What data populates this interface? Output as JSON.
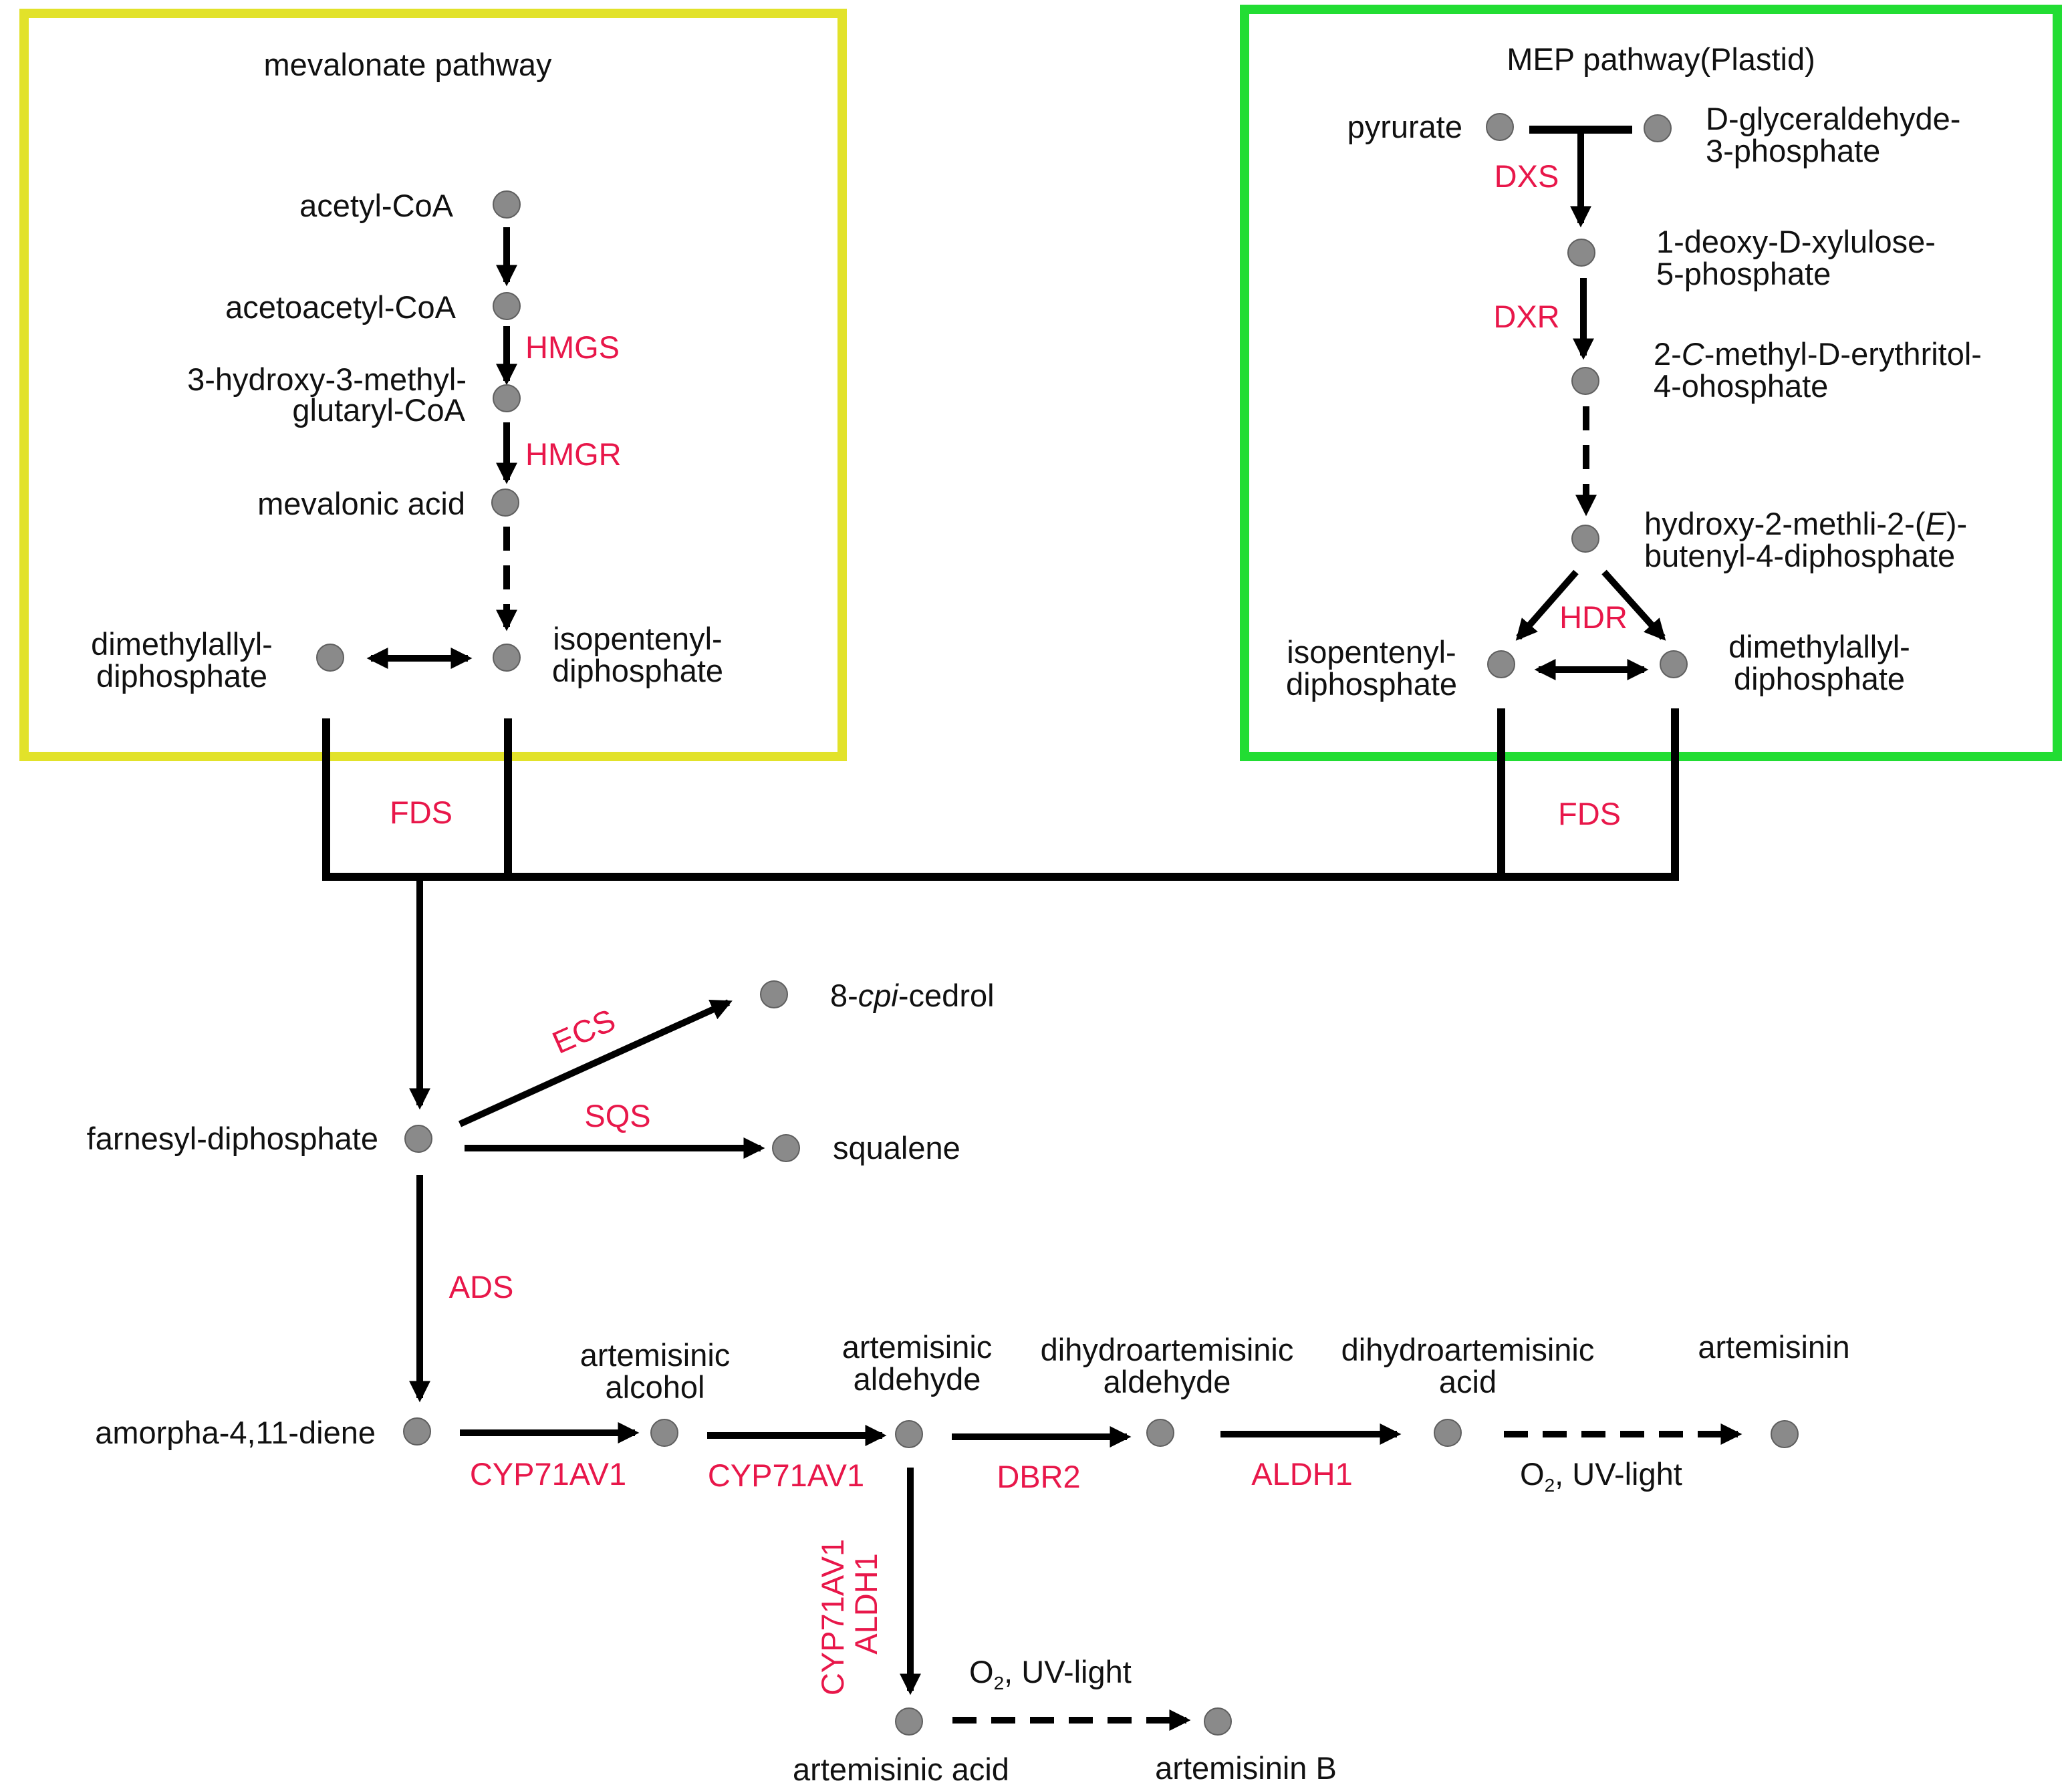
{
  "boxes": {
    "mevalonate": {
      "title": "mevalonate pathway",
      "color": "#e2e22a"
    },
    "mep": {
      "title": "MEP pathway(Plastid)",
      "color": "#22dd33"
    }
  },
  "metabolites": {
    "acetyl_coa": "acetyl-CoA",
    "acetoacetyl_coa": "acetoacetyl-CoA",
    "hmg_coa_1": "3-hydroxy-3-methyl-",
    "hmg_coa_2": "glutaryl-CoA",
    "mevalonic_acid": "mevalonic acid",
    "dmapp_mva_1": "dimethylallyl-",
    "dmapp_mva_2": "diphosphate",
    "ipp_mva_1": "isopentenyl-",
    "ipp_mva_2": "diphosphate",
    "pyruvate": "pyrurate",
    "g3p_1": "D-glyceraldehyde-",
    "g3p_2": "3-phosphate",
    "dxp_1": "1-deoxy-D-xylulose-",
    "dxp_2": "5-phosphate",
    "mep_a": "2-",
    "mep_b": "C",
    "mep_c": "-methyl-D-erythritol-",
    "mep_2": "4-ohosphate",
    "hmbpp_a": "hydroxy-2-methli-2-(",
    "hmbpp_b": "E",
    "hmbpp_c": ")-",
    "hmbpp_2": "butenyl-4-diphosphate",
    "ipp_mep_1": "isopentenyl-",
    "ipp_mep_2": "diphosphate",
    "dmapp_mep_1": "dimethylallyl-",
    "dmapp_mep_2": "diphosphate",
    "epi_cedrol_a": "8-",
    "epi_cedrol_b": "cpi",
    "epi_cedrol_c": "-cedrol",
    "fpp": "farnesyl-diphosphate",
    "squalene": "squalene",
    "amorphadiene": "amorpha-4,11-diene",
    "art_alcohol_1": "artemisinic",
    "art_alcohol_2": "alcohol",
    "art_aldehyde_1": "artemisinic",
    "art_aldehyde_2": "aldehyde",
    "dh_aldehyde_1": "dihydroartemisinic",
    "dh_aldehyde_2": "aldehyde",
    "dh_acid_1": "dihydroartemisinic",
    "dh_acid_2": "acid",
    "artemisinin": "artemisinin",
    "art_acid": "artemisinic acid",
    "artemisinin_b": "artemisinin B"
  },
  "enzymes": {
    "hmgs": "HMGS",
    "hmgr": "HMGR",
    "dxs": "DXS",
    "dxr": "DXR",
    "hdr": "HDR",
    "fds_left": "FDS",
    "fds_right": "FDS",
    "ecs": "ECS",
    "sqs": "SQS",
    "ads": "ADS",
    "cyp1": "CYP71AV1",
    "cyp2": "CYP71AV1",
    "dbr2": "DBR2",
    "aldh1": "ALDH1",
    "vert_cyp": "CYP71AV1",
    "vert_aldh": "ALDH1"
  },
  "conditions": {
    "main_a": "O",
    "main_sub": "2",
    "main_b": ", UV-light",
    "lower_a": "O",
    "lower_sub": "2",
    "lower_b": ", UV-light"
  }
}
